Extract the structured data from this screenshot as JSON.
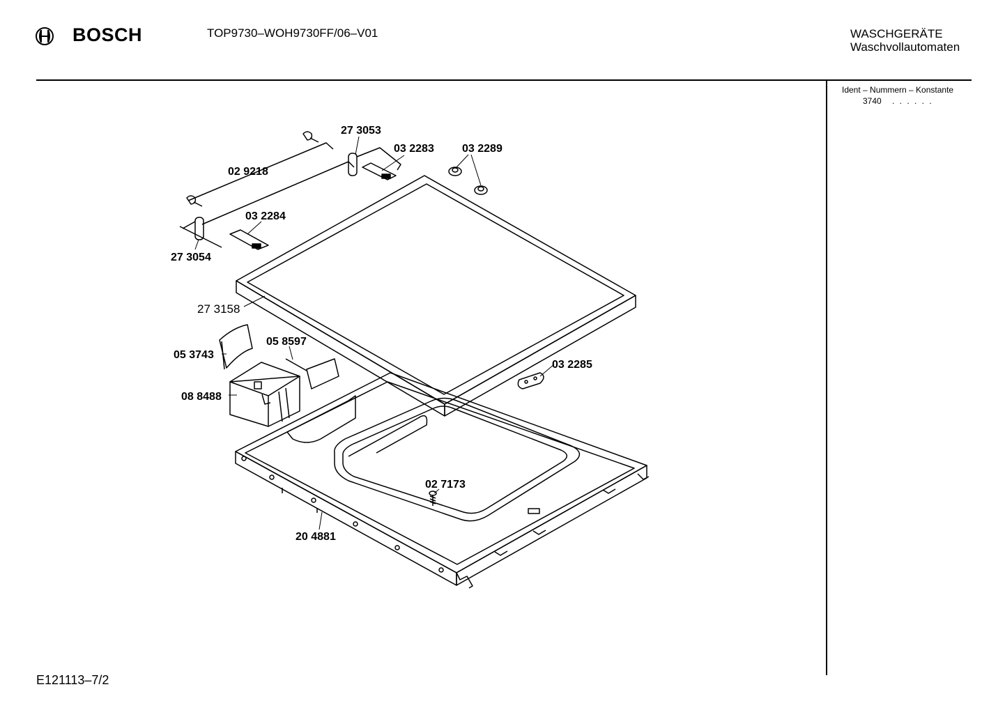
{
  "header": {
    "brand": "BOSCH",
    "model": "TOP9730–WOH9730FF/06–V01",
    "category_line1": "WASCHGERÄTE",
    "category_line2": "Waschvollautomaten"
  },
  "ident": {
    "title": "Ident – Nummern – Konstante",
    "value": "3740",
    "dots": ". .   . . . ."
  },
  "parts": [
    {
      "id": "part-273053",
      "label": "27 3053"
    },
    {
      "id": "part-032283",
      "label": "03 2283"
    },
    {
      "id": "part-032289",
      "label": "03 2289"
    },
    {
      "id": "part-029218",
      "label": "02 9218"
    },
    {
      "id": "part-032284",
      "label": "03 2284"
    },
    {
      "id": "part-273054",
      "label": "27 3054"
    },
    {
      "id": "part-273158",
      "label": "27 3158"
    },
    {
      "id": "part-058597",
      "label": "05 8597"
    },
    {
      "id": "part-053743",
      "label": "05 3743"
    },
    {
      "id": "part-032285",
      "label": "03 2285"
    },
    {
      "id": "part-088488",
      "label": "08 8488"
    },
    {
      "id": "part-027173",
      "label": "02 7173"
    },
    {
      "id": "part-204881",
      "label": "20 4881"
    }
  ],
  "footer": {
    "drawing_id": "E121113–7/2"
  }
}
